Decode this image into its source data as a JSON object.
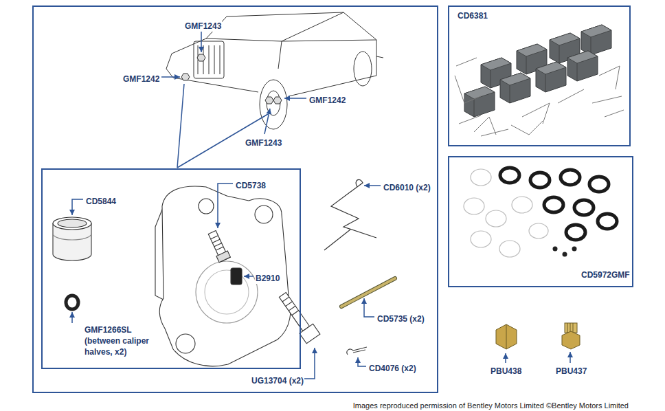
{
  "diagram": {
    "nodes": [
      {
        "text": [
          "GMF1243",
          "GMF1242",
          "GMF1242",
          "GMF1243",
          "CD6010 (x2)",
          "CD5735 (x2)",
          "CD4076 (x2)",
          "UG13704 (x2)"
        ]
      },
      {
        "text": [
          "CD5738",
          "CD5844",
          "B2910",
          "GMF1266SL (between caliper halves, x2)"
        ],
        "in": 0
      },
      {
        "text": [
          "CD6381"
        ]
      },
      {
        "text": [
          "CD5972GMF"
        ]
      }
    ],
    "labels": [
      "PBU438",
      "PBU437",
      "Images reproduced permission of Bentley Motors Limited ©Bentley Motors Limited"
    ]
  }
}
